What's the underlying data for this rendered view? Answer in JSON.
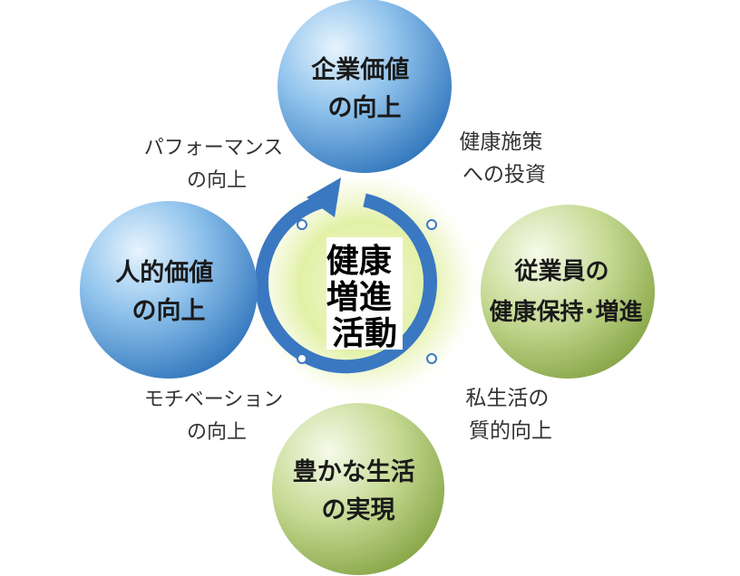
{
  "center": {
    "lines": [
      "健康",
      "増進",
      "活動"
    ]
  },
  "nodes": {
    "top": {
      "lines": [
        "企業価値",
        "の向上"
      ]
    },
    "right": {
      "lines": [
        "従業員の",
        "健康保持･増進"
      ]
    },
    "bottom": {
      "lines": [
        "豊かな生活",
        "の実現"
      ]
    },
    "left": {
      "lines": [
        "人的価値",
        "の向上"
      ]
    }
  },
  "edges": {
    "top_right": {
      "lines": [
        "健康施策",
        "への投資"
      ]
    },
    "right_bottom": {
      "lines": [
        "私生活の",
        "質的向上"
      ]
    },
    "bottom_left": {
      "lines": [
        "モチベーション",
        "の向上"
      ]
    },
    "left_top": {
      "lines": [
        "パフォーマンス",
        "の向上"
      ]
    }
  },
  "colors": {
    "blue_light": "#d6ecfa",
    "blue_dark": "#2f78be",
    "green_light": "#f2f8e4",
    "green_dark": "#8caa46",
    "ring": "#3b78c2",
    "glow": "#e3f1a6"
  }
}
